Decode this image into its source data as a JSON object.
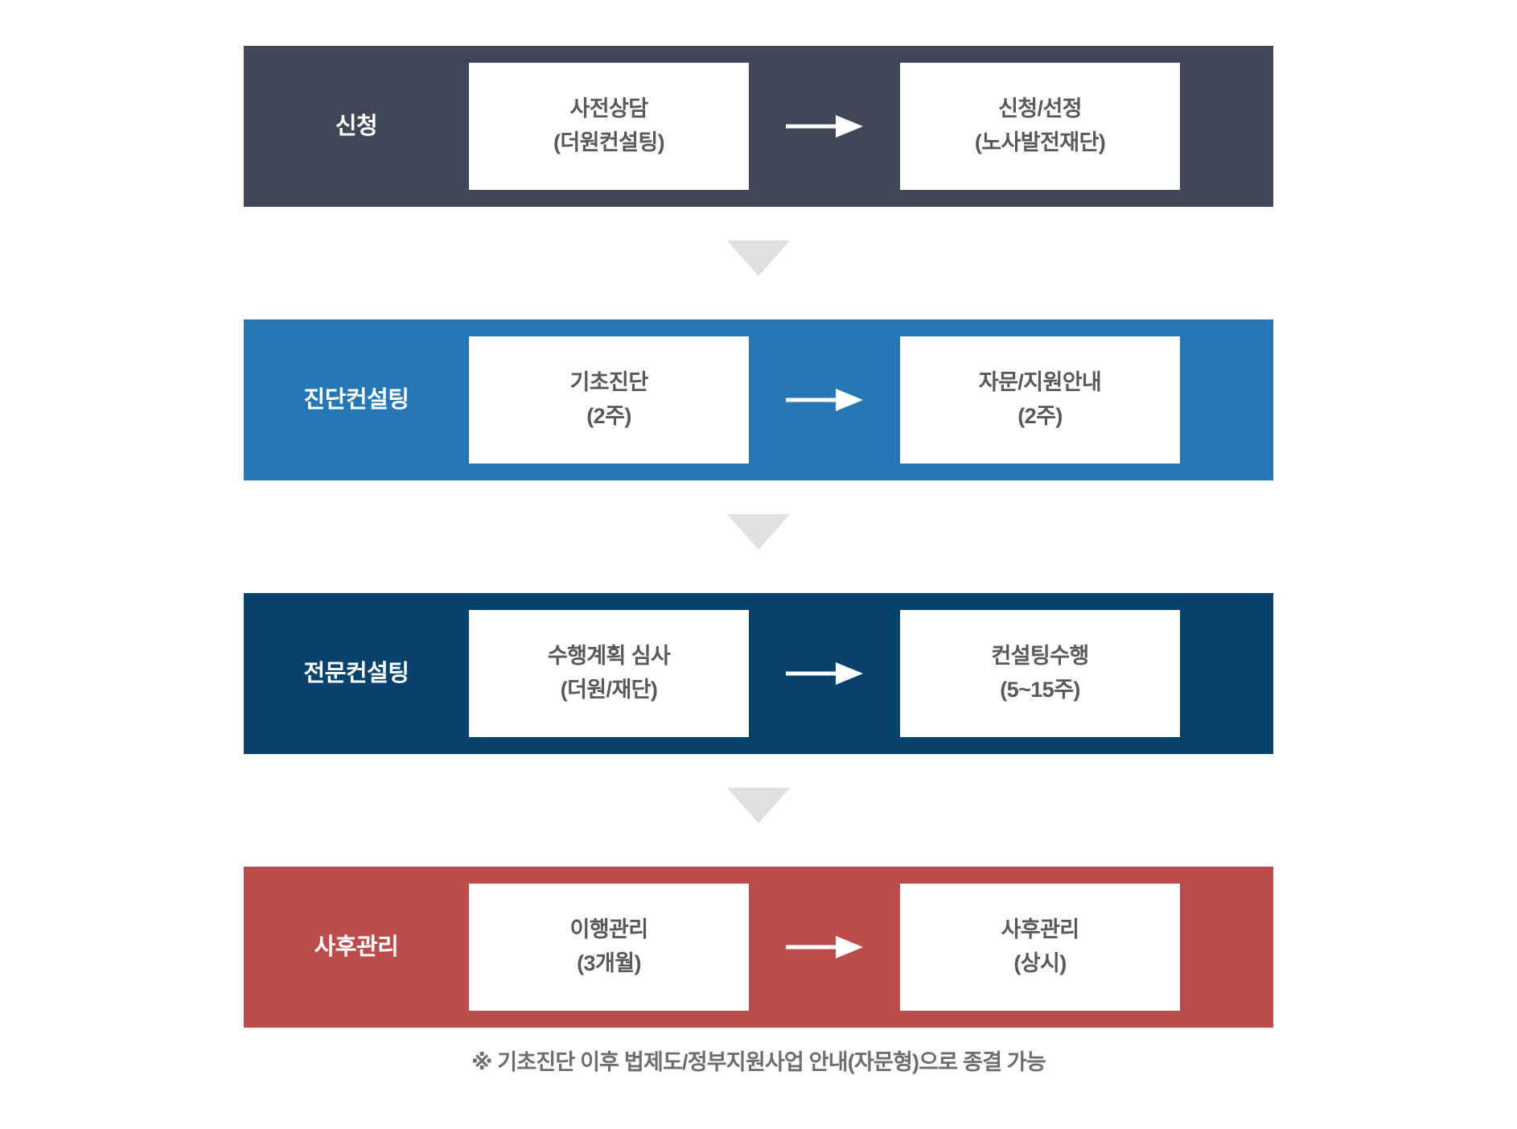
{
  "diagram": {
    "title": "consulting-process-flow",
    "colors": {
      "stage1_band": "#404757",
      "stage2_band": "#2578B5",
      "stage3_band": "#06426B",
      "stage4_band": "#BC4B4C",
      "box_background": "#FFFFFF",
      "box_text": "#58595B",
      "label_text": "#FFFFFF",
      "connector": "#E0E0E0",
      "footer_text": "#6D6E71",
      "page_background": "#FFFFFF"
    },
    "stages": [
      {
        "label": "신청",
        "steps": [
          {
            "line1": "사전상담",
            "line2": "(더원컨설팅)"
          },
          {
            "line1": "신청/선정",
            "line2": "(노사발전재단)"
          }
        ],
        "arrow": "right-arrow-icon"
      },
      {
        "label": "진단컨설팅",
        "steps": [
          {
            "line1": "기초진단",
            "line2": "(2주)"
          },
          {
            "line1": "자문/지원안내",
            "line2": "(2주)"
          }
        ],
        "arrow": "right-arrow-icon"
      },
      {
        "label": "전문컨설팅",
        "steps": [
          {
            "line1": "수행계획 심사",
            "line2": "(더원/재단)"
          },
          {
            "line1": "컨설팅수행",
            "line2": "(5~15주)"
          }
        ],
        "arrow": "right-arrow-icon"
      },
      {
        "label": "사후관리",
        "steps": [
          {
            "line1": "이행관리",
            "line2": "(3개월)"
          },
          {
            "line1": "사후관리",
            "line2": "(상시)"
          }
        ],
        "arrow": "right-arrow-icon"
      }
    ],
    "connectors": [
      {
        "icon": "down-triangle-icon"
      },
      {
        "icon": "down-triangle-icon"
      },
      {
        "icon": "down-triangle-icon"
      }
    ],
    "footer_note": "※ 기초진단 이후 법제도/정부지원사업 안내(자문형)으로 종결 가능"
  }
}
